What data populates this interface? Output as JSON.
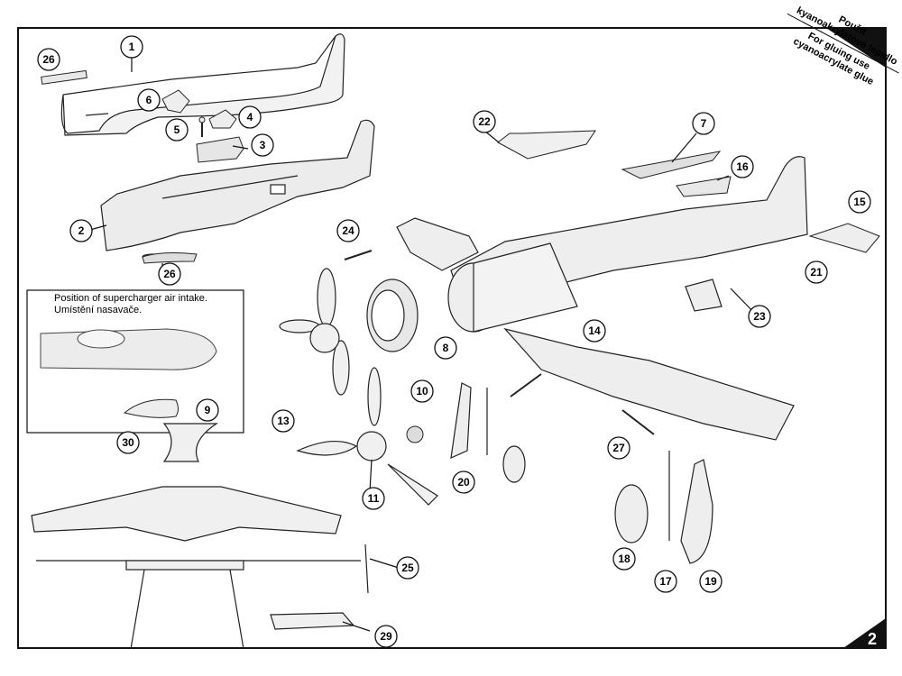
{
  "sheet": {
    "page_number": "2"
  },
  "glue_note": {
    "czech_line1": "Použít",
    "czech_line2": "kyanoakrylátové lepidlo",
    "english_line1": "For gluing use",
    "english_line2": "cyanoacrylate glue"
  },
  "inset": {
    "english_caption": "Position of supercharger air intake.",
    "czech_caption": "Umístění nasavače."
  },
  "callouts": [
    "1",
    "26",
    "6",
    "4",
    "5",
    "3",
    "2",
    "26",
    "22",
    "7",
    "16",
    "15",
    "24",
    "21",
    "23",
    "8",
    "14",
    "9",
    "10",
    "30",
    "13",
    "20",
    "27",
    "11",
    "25",
    "18",
    "17",
    "19",
    "29"
  ]
}
